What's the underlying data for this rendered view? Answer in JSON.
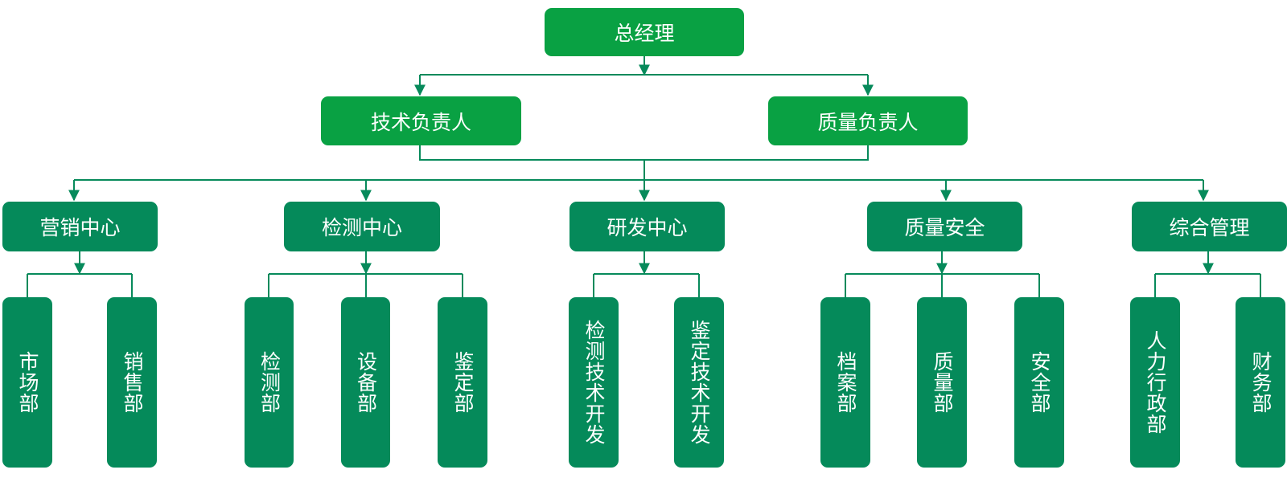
{
  "colors": {
    "top_fill": "#09a143",
    "center_fill": "#058a5a",
    "connector": "#078a5b",
    "text": "#ffffff"
  },
  "root": {
    "label": "总经理"
  },
  "deputies": [
    {
      "label": "技术负责人"
    },
    {
      "label": "质量负责人"
    }
  ],
  "centers": [
    {
      "label": "营销中心",
      "departments": [
        {
          "label": "市场部"
        },
        {
          "label": "销售部"
        }
      ]
    },
    {
      "label": "检测中心",
      "departments": [
        {
          "label": "检测部"
        },
        {
          "label": "设备部"
        },
        {
          "label": "鉴定部"
        }
      ]
    },
    {
      "label": "研发中心",
      "departments": [
        {
          "label": "检测技术开发"
        },
        {
          "label": "鉴定技术开发"
        }
      ]
    },
    {
      "label": "质量安全",
      "departments": [
        {
          "label": "档案部"
        },
        {
          "label": "质量部"
        },
        {
          "label": "安全部"
        }
      ]
    },
    {
      "label": "综合管理",
      "departments": [
        {
          "label": "人力行政部"
        },
        {
          "label": "财务部"
        }
      ]
    }
  ]
}
